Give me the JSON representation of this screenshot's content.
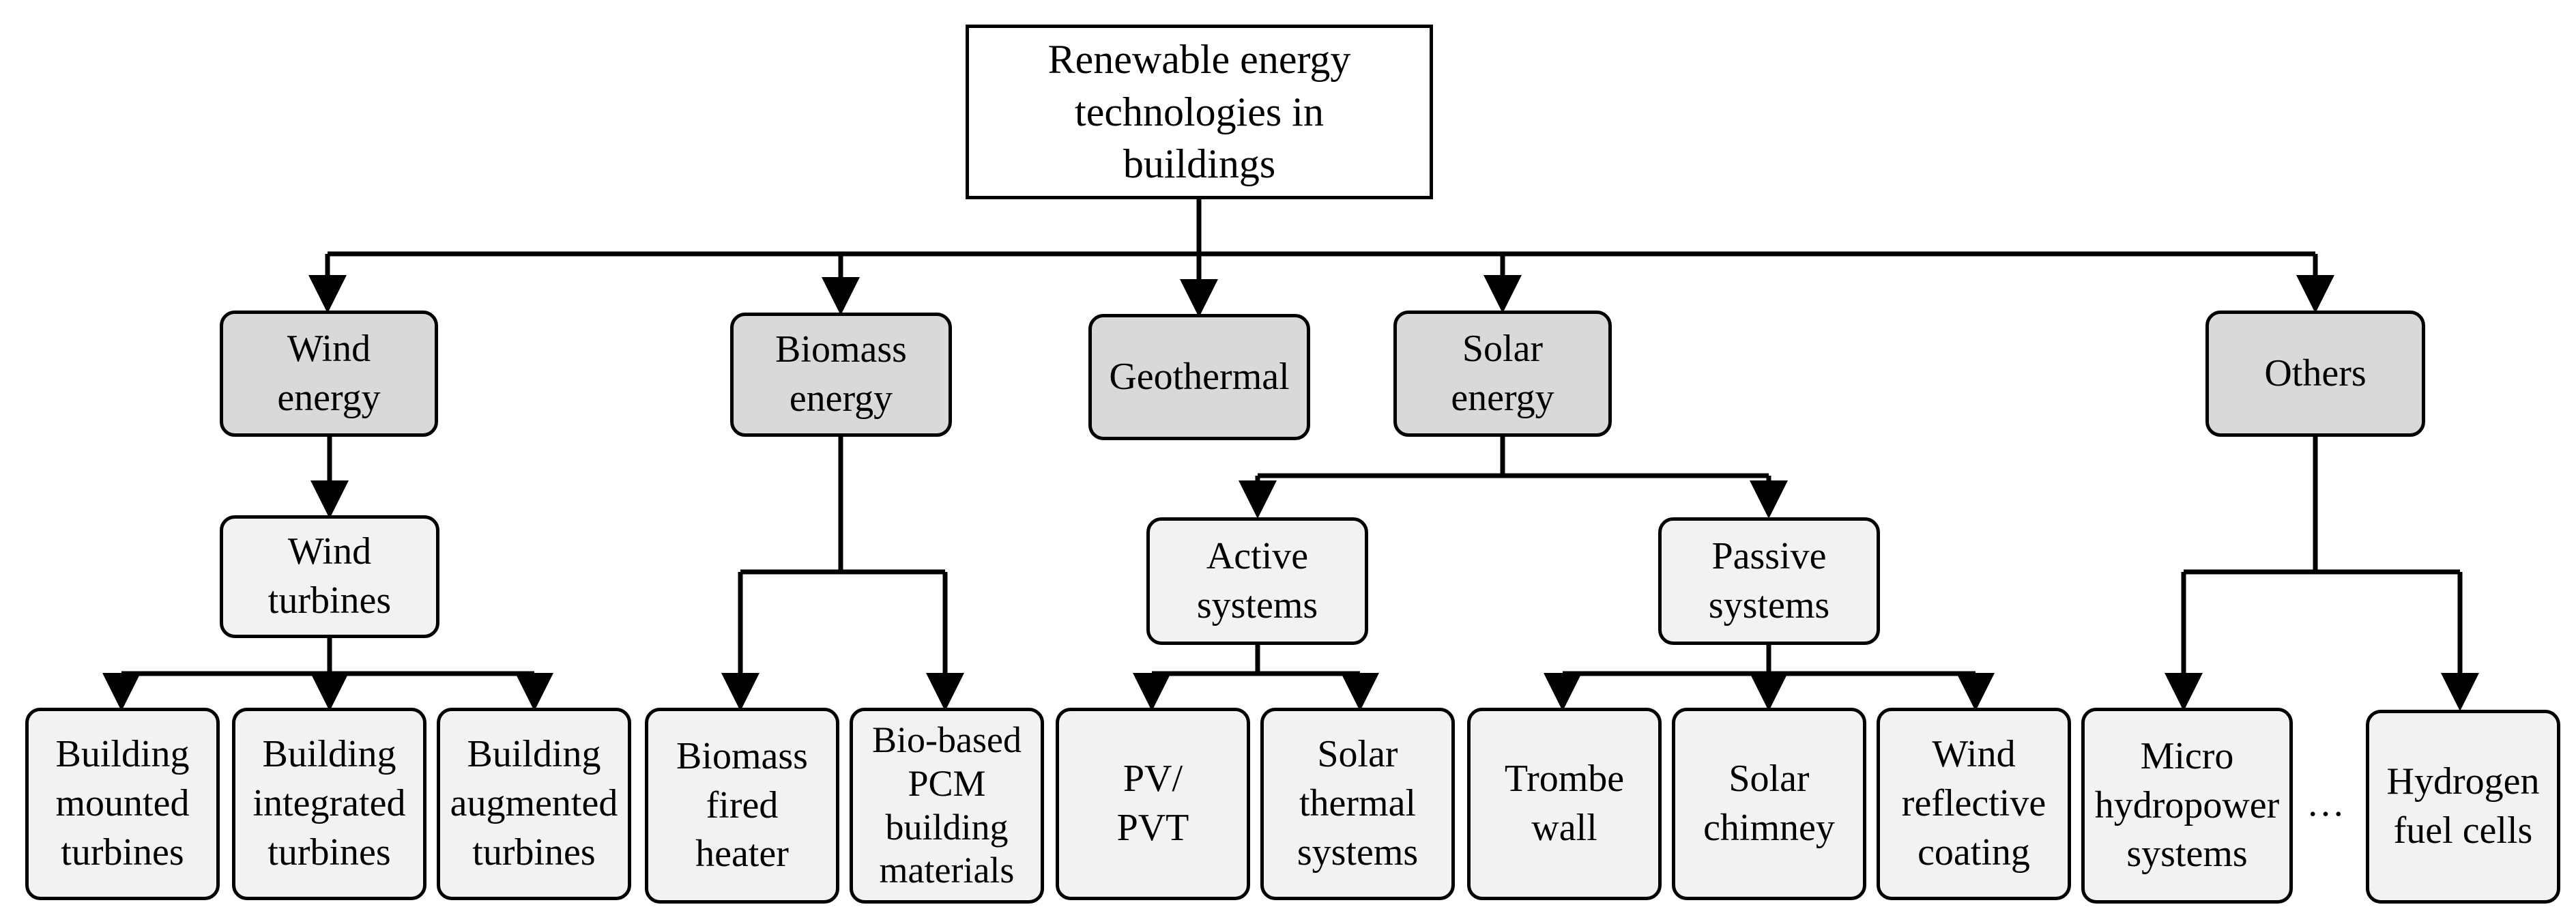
{
  "root": "Renewable energy\ntechnologies in\nbuildings",
  "categories": {
    "wind": "Wind\nenergy",
    "biomass": "Biomass\nenergy",
    "geothermal": "Geothermal",
    "solar": "Solar\nenergy",
    "others": "Others"
  },
  "subcategories": {
    "wind_turbines": "Wind\nturbines",
    "active_systems": "Active\nsystems",
    "passive_systems": "Passive\nsystems"
  },
  "leaves": {
    "building_mounted": "Building\nmounted\nturbines",
    "building_integrated": "Building\nintegrated\nturbines",
    "building_augmented": "Building\naugmented\nturbines",
    "biomass_heater": "Biomass\nfired\nheater",
    "bio_pcm": "Bio-based\nPCM\nbuilding\nmaterials",
    "pv_pvt": "PV/\nPVT",
    "solar_thermal": "Solar\nthermal\nsystems",
    "trombe_wall": "Trombe\nwall",
    "solar_chimney": "Solar\nchimney",
    "wind_reflective": "Wind\nreflective\ncoating",
    "micro_hydro": "Micro\nhydropower\nsystems",
    "hydrogen": "Hydrogen\nfuel cells"
  },
  "ellipsis": "…"
}
